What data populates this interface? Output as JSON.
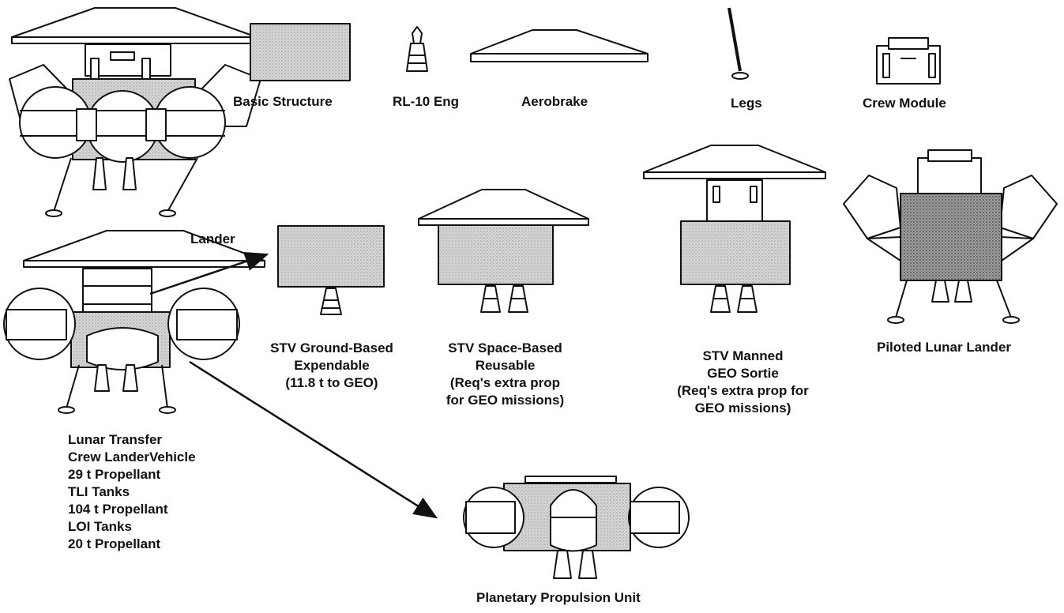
{
  "components": {
    "basic_structure": "Basic Structure",
    "rl10_engine": "RL-10 Eng",
    "aerobrake": "Aerobrake",
    "legs": "Legs",
    "crew_module": "Crew Module"
  },
  "vehicles": {
    "stv_ground": [
      "STV Ground-Based",
      "Expendable",
      "(11.8 t to GEO)"
    ],
    "stv_space": [
      "STV Space-Based",
      "Reusable",
      "(Req's extra prop",
      "for GEO missions)"
    ],
    "stv_manned": [
      "STV Manned",
      "GEO Sortie",
      "(Req's extra prop for",
      "GEO missions)"
    ],
    "piloted_lander": "Piloted Lunar Lander",
    "planetary_unit": "Planetary Propulsion Unit"
  },
  "lunar_transfer": {
    "lander_arrow_label": "Lander",
    "lines": [
      "Lunar Transfer",
      "Crew LanderVehicle",
      "29 t Propellant",
      "TLI Tanks",
      "104 t Propellant",
      "LOI Tanks",
      "20 t Propellant"
    ]
  },
  "colors": {
    "ink": "#111111",
    "stipple": "#c9c9c9",
    "dark_stipple": "#8a8a8a",
    "paper": "#ffffff"
  }
}
